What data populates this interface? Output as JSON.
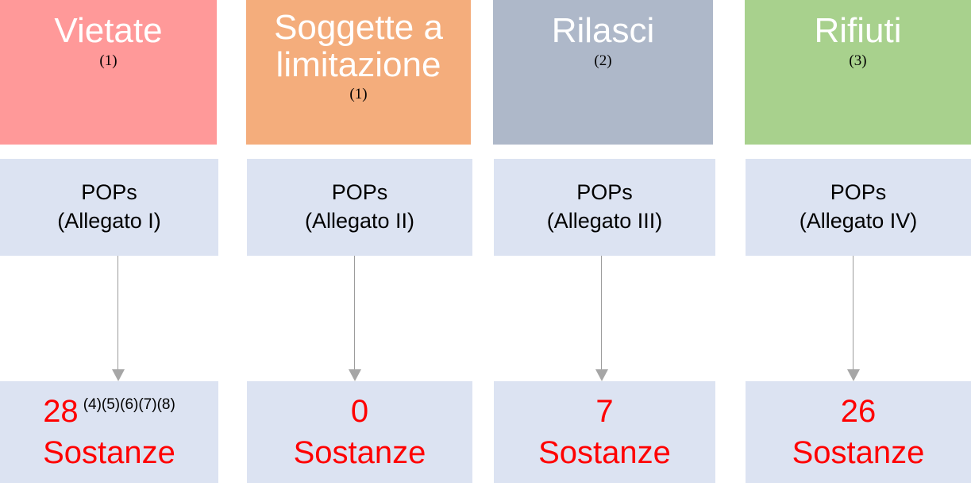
{
  "diagram": {
    "title": "POPs classification diagram",
    "colors": {
      "banned": "#FF9999",
      "restricted": "#F4AD7C",
      "releases": "#AEB8C9",
      "waste": "#A8D18D",
      "annex_box": "#DCE3F2",
      "result_box": "#DCE3F2",
      "result_text": "#FF0000",
      "arrow": "#A6A6A6",
      "category_text": "#FFFFFF",
      "note_text": "#000000"
    },
    "columns": [
      {
        "id": "vietate",
        "category": {
          "label": "Vietate",
          "note": "(1)",
          "color": "#FF9999"
        },
        "annex": {
          "line1": "POPs",
          "line2": "(Allegato I)"
        },
        "result": {
          "count": "28",
          "refs": "(4)(5)(6)(7)(8)",
          "unit": "Sostanze"
        }
      },
      {
        "id": "soggette-a-limitazione",
        "category": {
          "label": "Soggette a\nlimitazione",
          "note": "(1)",
          "color": "#F4AD7C"
        },
        "annex": {
          "line1": "POPs",
          "line2": "(Allegato II)"
        },
        "result": {
          "count": "0",
          "refs": "",
          "unit": "Sostanze"
        }
      },
      {
        "id": "rilasci",
        "category": {
          "label": "Rilasci",
          "note": "(2)",
          "color": "#AEB8C9"
        },
        "annex": {
          "line1": "POPs",
          "line2": "(Allegato III)"
        },
        "result": {
          "count": "7",
          "refs": "",
          "unit": "Sostanze"
        }
      },
      {
        "id": "rifiuti",
        "category": {
          "label": "Rifiuti",
          "note": "(3)",
          "color": "#A8D18D"
        },
        "annex": {
          "line1": "POPs",
          "line2": "(Allegato IV)"
        },
        "result": {
          "count": "26",
          "refs": "",
          "unit": "Sostanze"
        }
      }
    ]
  }
}
